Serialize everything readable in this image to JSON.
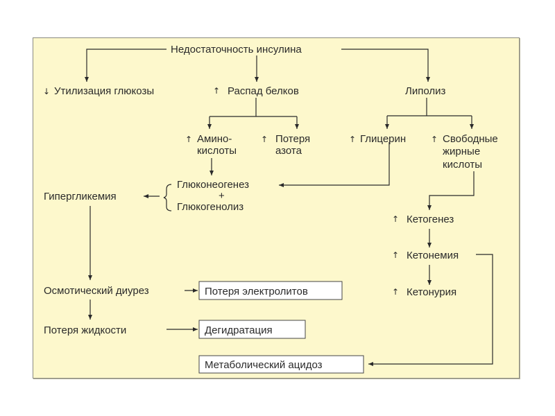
{
  "diagram": {
    "root": "Недостаточность инсулина",
    "level1": {
      "glucose_utilization": {
        "arrow": "↓",
        "label": "Утилизация глюкозы"
      },
      "protein_breakdown": {
        "arrow": "↑",
        "label": "Распад белков"
      },
      "lipolysis": {
        "label": "Липолиз"
      }
    },
    "level2": {
      "amino_acids": {
        "arrow": "↑",
        "line1": "Амино-",
        "line2": "кислоты"
      },
      "nitrogen_loss": {
        "arrow": "↑",
        "line1": "Потеря",
        "line2": "азота"
      },
      "glycerol": {
        "arrow": "↑",
        "label": "Глицерин"
      },
      "free_fatty_acids": {
        "arrow": "↑",
        "line1": "Свободные",
        "line2": "жирные",
        "line3": "кислоты"
      }
    },
    "gluconeogenesis": "Глюконеогенез",
    "plus": "+",
    "glycogenolysis": "Глюкогенолиз",
    "hyperglycemia": "Гипергликемия",
    "ketogenesis": {
      "arrow": "↑",
      "label": "Кетогенез"
    },
    "ketonemia": {
      "arrow": "↑",
      "label": "Кетонемия"
    },
    "ketonuria": {
      "arrow": "↑",
      "label": "Кетонурия"
    },
    "osmotic_diuresis": "Осмотический диурез",
    "fluid_loss": "Потеря жидкости",
    "boxes": {
      "electrolyte_loss": "Потеря электролитов",
      "dehydration": "Дегидратация",
      "metabolic_acidosis": "Метаболический ацидоз"
    }
  },
  "colors": {
    "background": "#fdf8cc",
    "line": "#2a2a2a",
    "box": "#ffffff"
  }
}
